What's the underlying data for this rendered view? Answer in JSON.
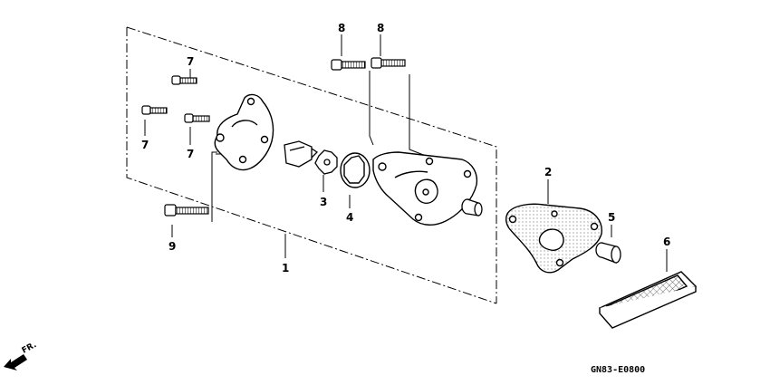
{
  "callouts": {
    "p1": "1",
    "p2": "2",
    "p3": "3",
    "p4": "4",
    "p5": "5",
    "p6": "6",
    "p7a": "7",
    "p7b": "7",
    "p7c": "7",
    "p8a": "8",
    "p8b": "8",
    "p9": "9"
  },
  "direction_label": "FR.",
  "drawing_code": "GN83-E0800",
  "colors": {
    "ink": "#000000",
    "paper": "#ffffff",
    "filter_mesh": "#666666"
  }
}
